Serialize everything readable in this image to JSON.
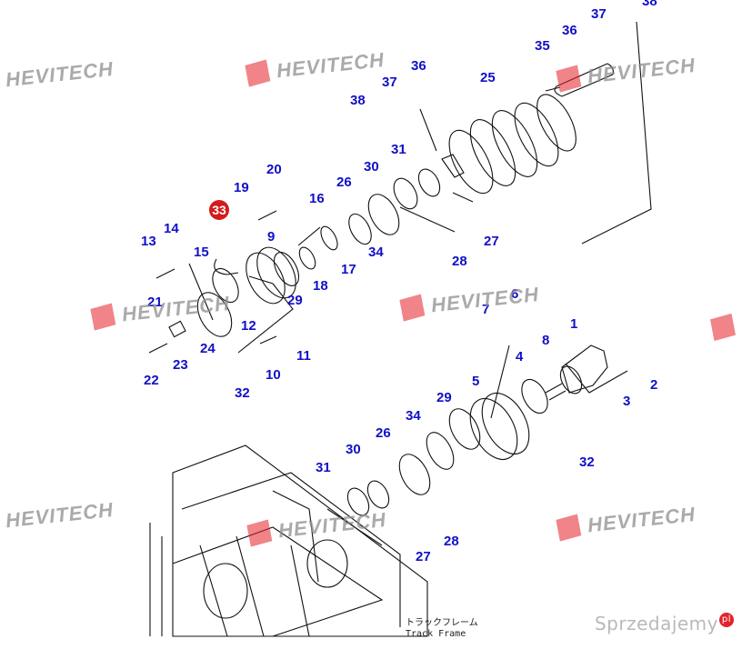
{
  "diagram": {
    "labels": [
      "1",
      "2",
      "3",
      "4",
      "5",
      "6",
      "7",
      "8",
      "10",
      "11",
      "12",
      "13",
      "14",
      "15",
      "16",
      "17",
      "18",
      "19",
      "20",
      "21",
      "22",
      "23",
      "24",
      "25",
      "26",
      "27",
      "28",
      "29",
      "30",
      "31",
      "32",
      "33",
      "34",
      "35",
      "36",
      "37",
      "38",
      "9"
    ],
    "highlighted_label": "33",
    "frame_label_jp": "トラックフレーム",
    "frame_label_en": "Track Frame"
  },
  "watermark": {
    "text": "HEVITECH"
  },
  "brand": {
    "text": "Sprzedajemy",
    "suffix": "pl"
  },
  "colors": {
    "label": "#1010c8",
    "highlight": "#d41a1a",
    "watermark_red": "#e3232b",
    "line": "#111111"
  }
}
